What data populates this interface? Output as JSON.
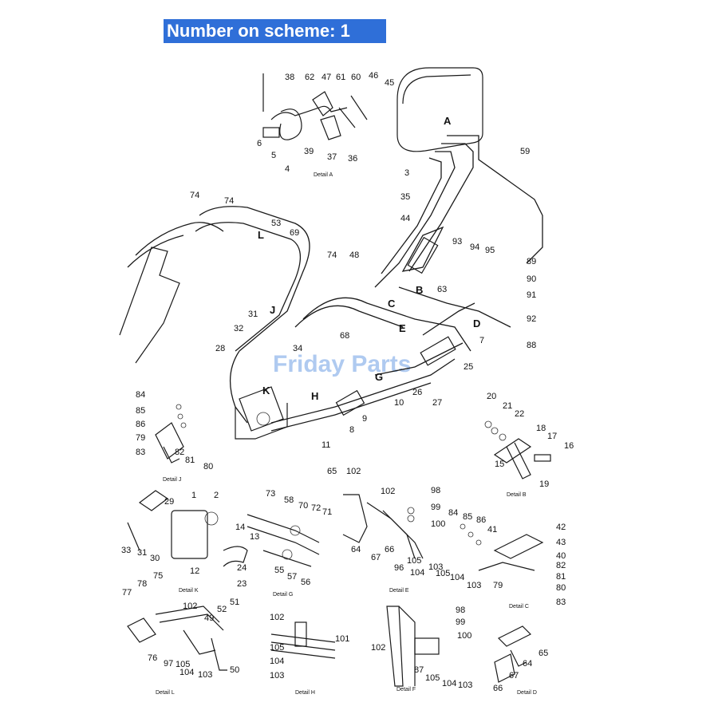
{
  "banner": {
    "text": "Number on scheme: 1"
  },
  "watermark": {
    "text": "Friday Parts",
    "color": "#4f8be0"
  },
  "colors": {
    "banner_bg": "#2f6fd8",
    "banner_fg": "#ffffff",
    "line": "#1a1a1a"
  },
  "callouts": [
    {
      "id": "c38",
      "text": "38"
    },
    {
      "id": "c62a",
      "text": "62"
    },
    {
      "id": "c47",
      "text": "47"
    },
    {
      "id": "c61",
      "text": "61"
    },
    {
      "id": "c60",
      "text": "60"
    },
    {
      "id": "c46",
      "text": "46"
    },
    {
      "id": "c45",
      "text": "45"
    },
    {
      "id": "c6",
      "text": "6"
    },
    {
      "id": "c5",
      "text": "5"
    },
    {
      "id": "c4",
      "text": "4"
    },
    {
      "id": "c39",
      "text": "39"
    },
    {
      "id": "c37",
      "text": "37"
    },
    {
      "id": "c36",
      "text": "36"
    },
    {
      "id": "c3",
      "text": "3"
    },
    {
      "id": "c35",
      "text": "35"
    },
    {
      "id": "c44",
      "text": "44"
    },
    {
      "id": "c59",
      "text": "59"
    },
    {
      "id": "c74a",
      "text": "74"
    },
    {
      "id": "c74b",
      "text": "74"
    },
    {
      "id": "c53",
      "text": "53"
    },
    {
      "id": "c69",
      "text": "69"
    },
    {
      "id": "c74c",
      "text": "74"
    },
    {
      "id": "c48",
      "text": "48"
    },
    {
      "id": "c93",
      "text": "93"
    },
    {
      "id": "c94",
      "text": "94"
    },
    {
      "id": "c95",
      "text": "95"
    },
    {
      "id": "c89",
      "text": "89"
    },
    {
      "id": "c90",
      "text": "90"
    },
    {
      "id": "c91",
      "text": "91"
    },
    {
      "id": "c92",
      "text": "92"
    },
    {
      "id": "c88",
      "text": "88"
    },
    {
      "id": "c63",
      "text": "63"
    },
    {
      "id": "c7",
      "text": "7"
    },
    {
      "id": "c25",
      "text": "25"
    },
    {
      "id": "c31a",
      "text": "31"
    },
    {
      "id": "c32",
      "text": "32"
    },
    {
      "id": "c28",
      "text": "28"
    },
    {
      "id": "c34",
      "text": "34"
    },
    {
      "id": "c68",
      "text": "68"
    },
    {
      "id": "c26",
      "text": "26"
    },
    {
      "id": "c27",
      "text": "27"
    },
    {
      "id": "c10",
      "text": "10"
    },
    {
      "id": "c9",
      "text": "9"
    },
    {
      "id": "c8",
      "text": "8"
    },
    {
      "id": "c11",
      "text": "11"
    },
    {
      "id": "c84a",
      "text": "84"
    },
    {
      "id": "c85a",
      "text": "85"
    },
    {
      "id": "c86a",
      "text": "86"
    },
    {
      "id": "c79a",
      "text": "79"
    },
    {
      "id": "c83a",
      "text": "83"
    },
    {
      "id": "c82a",
      "text": "82"
    },
    {
      "id": "c81a",
      "text": "81"
    },
    {
      "id": "c80a",
      "text": "80"
    },
    {
      "id": "c20",
      "text": "20"
    },
    {
      "id": "c21",
      "text": "21"
    },
    {
      "id": "c22",
      "text": "22"
    },
    {
      "id": "c18",
      "text": "18"
    },
    {
      "id": "c17",
      "text": "17"
    },
    {
      "id": "c16",
      "text": "16"
    },
    {
      "id": "c15",
      "text": "15"
    },
    {
      "id": "c19",
      "text": "19"
    },
    {
      "id": "c65a",
      "text": "65"
    },
    {
      "id": "c102a",
      "text": "102"
    },
    {
      "id": "c102b",
      "text": "102"
    },
    {
      "id": "c98a",
      "text": "98"
    },
    {
      "id": "c99a",
      "text": "99"
    },
    {
      "id": "c100a",
      "text": "100"
    },
    {
      "id": "c64a",
      "text": "64"
    },
    {
      "id": "c66a",
      "text": "66"
    },
    {
      "id": "c67a",
      "text": "67"
    },
    {
      "id": "c96",
      "text": "96"
    },
    {
      "id": "c105a",
      "text": "105"
    },
    {
      "id": "c104a",
      "text": "104"
    },
    {
      "id": "c103a",
      "text": "103"
    },
    {
      "id": "c105b",
      "text": "105"
    },
    {
      "id": "c104b",
      "text": "104"
    },
    {
      "id": "c103b",
      "text": "103"
    },
    {
      "id": "c84b",
      "text": "84"
    },
    {
      "id": "c85b",
      "text": "85"
    },
    {
      "id": "c86b",
      "text": "86"
    },
    {
      "id": "c41",
      "text": "41"
    },
    {
      "id": "c42",
      "text": "42"
    },
    {
      "id": "c43",
      "text": "43"
    },
    {
      "id": "c40",
      "text": "40"
    },
    {
      "id": "c82b",
      "text": "82"
    },
    {
      "id": "c81b",
      "text": "81"
    },
    {
      "id": "c80b",
      "text": "80"
    },
    {
      "id": "c79b",
      "text": "79"
    },
    {
      "id": "c83b",
      "text": "83"
    },
    {
      "id": "c29",
      "text": "29"
    },
    {
      "id": "c1",
      "text": "1"
    },
    {
      "id": "c2",
      "text": "2"
    },
    {
      "id": "c33",
      "text": "33"
    },
    {
      "id": "c31b",
      "text": "31"
    },
    {
      "id": "c30",
      "text": "30"
    },
    {
      "id": "c12",
      "text": "12"
    },
    {
      "id": "c14",
      "text": "14"
    },
    {
      "id": "c13",
      "text": "13"
    },
    {
      "id": "c24",
      "text": "24"
    },
    {
      "id": "c23",
      "text": "23"
    },
    {
      "id": "c73",
      "text": "73"
    },
    {
      "id": "c58",
      "text": "58"
    },
    {
      "id": "c70",
      "text": "70"
    },
    {
      "id": "c72",
      "text": "72"
    },
    {
      "id": "c71",
      "text": "71"
    },
    {
      "id": "c55",
      "text": "55"
    },
    {
      "id": "c57",
      "text": "57"
    },
    {
      "id": "c56",
      "text": "56"
    },
    {
      "id": "c75",
      "text": "75"
    },
    {
      "id": "c77",
      "text": "77"
    },
    {
      "id": "c78",
      "text": "78"
    },
    {
      "id": "c102c",
      "text": "102"
    },
    {
      "id": "c51",
      "text": "51"
    },
    {
      "id": "c52",
      "text": "52"
    },
    {
      "id": "c49",
      "text": "49"
    },
    {
      "id": "c76",
      "text": "76"
    },
    {
      "id": "c97",
      "text": "97"
    },
    {
      "id": "c105c",
      "text": "105"
    },
    {
      "id": "c104c",
      "text": "104"
    },
    {
      "id": "c103c",
      "text": "103"
    },
    {
      "id": "c50",
      "text": "50"
    },
    {
      "id": "c102d",
      "text": "102"
    },
    {
      "id": "c101",
      "text": "101"
    },
    {
      "id": "c105d",
      "text": "105"
    },
    {
      "id": "c104d",
      "text": "104"
    },
    {
      "id": "c103d",
      "text": "103"
    },
    {
      "id": "c98b",
      "text": "98"
    },
    {
      "id": "c99b",
      "text": "99"
    },
    {
      "id": "c100b",
      "text": "100"
    },
    {
      "id": "c102e",
      "text": "102"
    },
    {
      "id": "c87",
      "text": "87"
    },
    {
      "id": "c105e",
      "text": "105"
    },
    {
      "id": "c104e",
      "text": "104"
    },
    {
      "id": "c103e",
      "text": "103"
    },
    {
      "id": "c65b",
      "text": "65"
    },
    {
      "id": "c64b",
      "text": "64"
    },
    {
      "id": "c67b",
      "text": "67"
    },
    {
      "id": "c66b",
      "text": "66"
    }
  ],
  "letters": [
    {
      "id": "LA",
      "text": "A"
    },
    {
      "id": "LB",
      "text": "B"
    },
    {
      "id": "LC",
      "text": "C"
    },
    {
      "id": "LD",
      "text": "D"
    },
    {
      "id": "LE",
      "text": "E"
    },
    {
      "id": "LG",
      "text": "G"
    },
    {
      "id": "LH",
      "text": "H"
    },
    {
      "id": "LJ",
      "text": "J"
    },
    {
      "id": "LK",
      "text": "K"
    },
    {
      "id": "LL",
      "text": "L"
    }
  ],
  "detail_labels": [
    {
      "id": "dA",
      "text": "Detail A"
    },
    {
      "id": "dJ",
      "text": "Detail J"
    },
    {
      "id": "dB",
      "text": "Detail B"
    },
    {
      "id": "dK",
      "text": "Detail K"
    },
    {
      "id": "dG",
      "text": "Detail G"
    },
    {
      "id": "dE",
      "text": "Detail E"
    },
    {
      "id": "dC",
      "text": "Detail C"
    },
    {
      "id": "dL",
      "text": "Detail L"
    },
    {
      "id": "dH",
      "text": "Detail H"
    },
    {
      "id": "dF",
      "text": "Detail F"
    },
    {
      "id": "dD",
      "text": "Detail D"
    }
  ]
}
